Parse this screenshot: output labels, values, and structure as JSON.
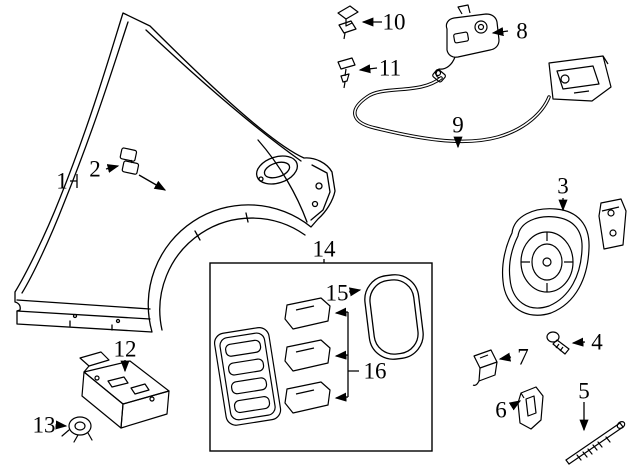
{
  "diagram": {
    "background_color": "#ffffff",
    "line_color": "#000000",
    "callouts": [
      {
        "label": "1"
      },
      {
        "label": "2"
      },
      {
        "label": "3"
      },
      {
        "label": "4"
      },
      {
        "label": "5"
      },
      {
        "label": "6"
      },
      {
        "label": "7"
      },
      {
        "label": "8"
      },
      {
        "label": "9"
      },
      {
        "label": "10"
      },
      {
        "label": "11"
      },
      {
        "label": "12"
      },
      {
        "label": "13"
      },
      {
        "label": "14"
      },
      {
        "label": "15"
      },
      {
        "label": "16"
      }
    ]
  }
}
